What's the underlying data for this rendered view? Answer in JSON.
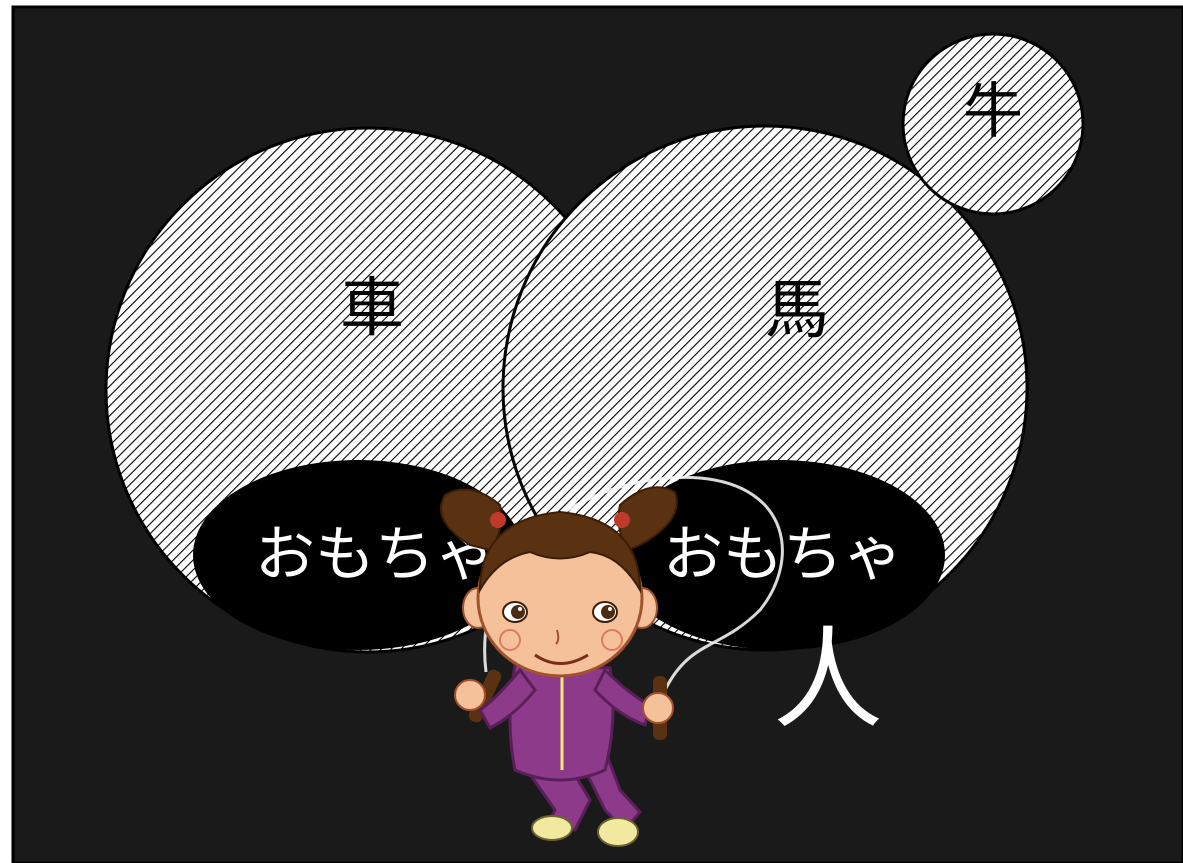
{
  "diagram": {
    "labels": {
      "car": "車",
      "horse": "馬",
      "cow": "牛",
      "toy_left": "おもちゃ",
      "toy_right": "おもちゃ",
      "person": "人"
    },
    "colors": {
      "background": "#1a1a1a",
      "frame": "#000000",
      "circle_fill": "#ffffff",
      "hatch": "#000000",
      "toy_fill": "#000000",
      "text_on_light": "#000000",
      "text_on_dark": "#ffffff"
    },
    "illustration": {
      "subject": "girl-jumping-rope",
      "outfit_color": "#8e3a8a",
      "hair_color": "#5a3212",
      "skin_color": "#f4c19a"
    }
  }
}
